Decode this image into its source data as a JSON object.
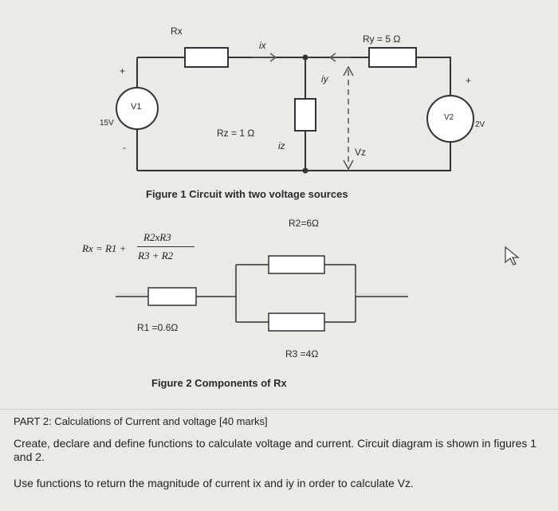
{
  "figure1": {
    "caption": "Figure 1 Circuit with two voltage sources",
    "labels": {
      "rx": "Rx",
      "ry": "Ry = 5 Ω",
      "rz": "Rz = 1 Ω",
      "ix": "ix",
      "iy": "iy",
      "iz": "iz",
      "v1": "V1",
      "v1_value": "15V",
      "v2": "V2",
      "v2_value": "2V",
      "vz": "Vz",
      "plus": "+",
      "minus": "-"
    }
  },
  "figure2": {
    "caption": "Figure 2 Components of Rx",
    "formula_lhs": "Rx = R1 +",
    "formula_numerator": "R2xR3",
    "formula_denominator": "R3 + R2",
    "r1_label": "R1 =0.6Ω",
    "r2_label": "R2=6Ω",
    "r3_label": "R3 =4Ω"
  },
  "part2": {
    "heading": "PART 2: Calculations of Current and voltage [40 marks]",
    "paragraph1": "Create, declare and define functions to calculate voltage and current. Circuit diagram is shown in figures 1 and 2.",
    "paragraph2": "Use functions to return the magnitude of current ix and iy in order to calculate Vz."
  }
}
